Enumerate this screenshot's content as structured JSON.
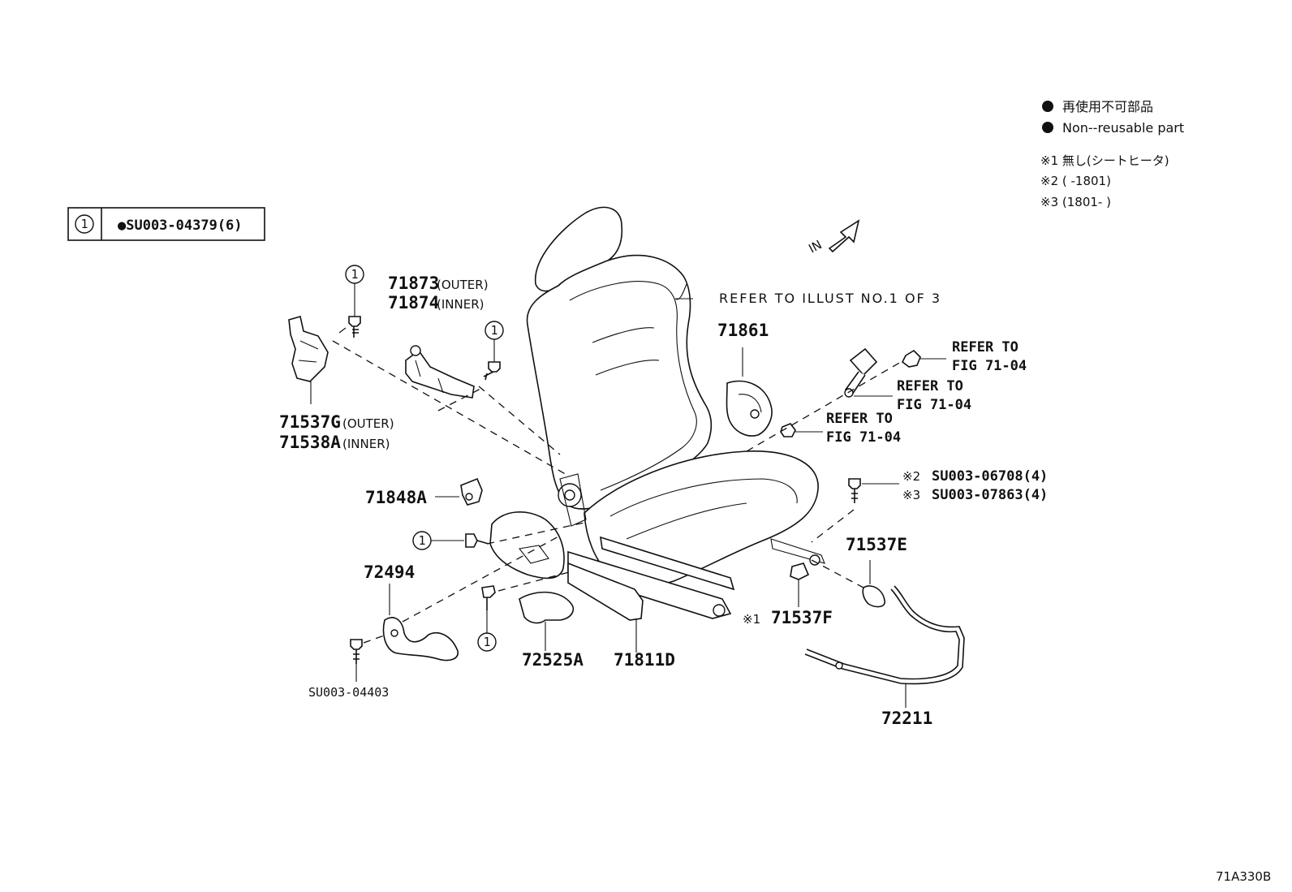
{
  "legend": {
    "items": [
      {
        "label": "再使用不可部品"
      },
      {
        "label": "Non--reusable part"
      }
    ],
    "notes": [
      "※1 無し(シートヒータ)",
      "※2 (       -1801)",
      "※3 (1801-       )"
    ]
  },
  "key_table": {
    "num": "1",
    "part": "●SU003-04379(6)"
  },
  "in_label": "IN",
  "figure_code": "71A330B",
  "refer_illust": "REFER TO ILLUST NO.1 OF 3",
  "refer_fig": [
    {
      "l1": "REFER TO",
      "l2": "FIG 71-04"
    },
    {
      "l1": "REFER TO",
      "l2": "FIG 71-04"
    },
    {
      "l1": "REFER TO",
      "l2": "FIG 71-04"
    }
  ],
  "circle_num": "1",
  "parts": {
    "p71873": {
      "num": "71873",
      "note": "(OUTER)"
    },
    "p71874": {
      "num": "71874",
      "note": "(INNER)"
    },
    "p71537G": {
      "num": "71537G",
      "note": "(OUTER)"
    },
    "p71538A": {
      "num": "71538A",
      "note": "(INNER)"
    },
    "p71861": "71861",
    "p71848A": "71848A",
    "p72494": "72494",
    "pSU003_04403": "SU003-04403",
    "p72525A": "72525A",
    "p71811D": "71811D",
    "p71537E": "71537E",
    "p71537F": {
      "mark": "※1",
      "num": "71537F"
    },
    "p72211": "72211",
    "bolt_a": {
      "mark": "※2",
      "num": "SU003-06708(4)"
    },
    "bolt_b": {
      "mark": "※3",
      "num": "SU003-07863(4)"
    }
  }
}
